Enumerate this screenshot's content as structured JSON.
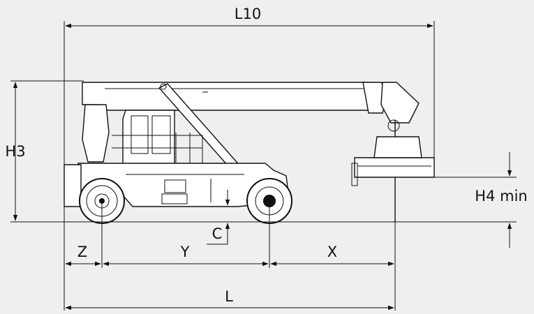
{
  "diagram": {
    "subject": "reach stacker side view",
    "dimension_labels": {
      "overall_length_with_spreader": "L10",
      "overall_height": "H3",
      "min_spreader_height": "H4 min",
      "ground_clearance": "C",
      "rear_overhang": "Z",
      "wheelbase": "Y",
      "front_axle_to_spreader": "X",
      "overall_length": "L"
    },
    "colors": {
      "background": "#efefef",
      "line": "#111111",
      "body": "#ffffff"
    }
  }
}
